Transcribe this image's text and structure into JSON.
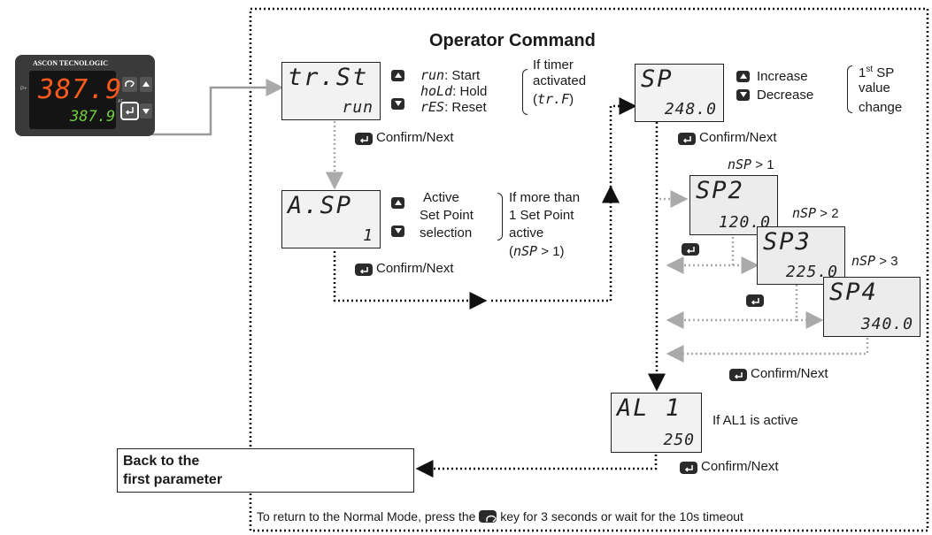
{
  "title": "Operator Command",
  "device": {
    "brand": "ASCON TECNOLOGIC",
    "pv": "387.9",
    "sv": "387.9",
    "side_label": "P+",
    "at_label": "AT"
  },
  "trst": {
    "top": "tr.St",
    "bot": "run",
    "opt_run_code": "run",
    "opt_run_text": ": Start",
    "opt_hold_code": "hoLd",
    "opt_hold_text": ": Hold",
    "opt_res_code": "rES",
    "opt_res_text": ": Reset",
    "cond_1": "If timer",
    "cond_2": "activated",
    "cond_3_pre": "(",
    "cond_3_code": "tr.F",
    "cond_3_post": ")",
    "confirm": "Confirm/Next"
  },
  "asp": {
    "top": "A.SP",
    "bot": "1",
    "desc_1": "Active",
    "desc_2": "Set Point",
    "desc_3": "selection",
    "cond_1": "If more than",
    "cond_2": "1 Set Point",
    "cond_3": "active",
    "cond_4_pre": "(",
    "cond_4_code": "nSP",
    "cond_4_post": " > 1)",
    "confirm": "Confirm/Next"
  },
  "sp": {
    "top": "SP",
    "bot": "248.0",
    "inc": "Increase",
    "dec": "Decrease",
    "note_1_pre": "1",
    "note_1_sup": "st",
    "note_1_post": " SP",
    "note_2": "value",
    "note_3": "change",
    "confirm": "Confirm/Next"
  },
  "sp2": {
    "top": "SP2",
    "bot": "120.0",
    "cond_code": "nSP",
    "cond_text": " > 1"
  },
  "sp3": {
    "top": "SP3",
    "bot": "225.0",
    "cond_code": "nSP",
    "cond_text": " > 2"
  },
  "sp4": {
    "top": "SP4",
    "bot": "340.0",
    "cond_code": "nSP",
    "cond_text": " > 3"
  },
  "sp_group_confirm": "Confirm/Next",
  "al1": {
    "top": "AL 1",
    "bot": "250",
    "cond": "If AL1 is active",
    "confirm": "Confirm/Next"
  },
  "back": {
    "line1": "Back to the",
    "line2": "first parameter"
  },
  "footer": {
    "pre": "To return to the Normal Mode, press the",
    "post": "key for 3 seconds or wait for the 10s timeout"
  }
}
